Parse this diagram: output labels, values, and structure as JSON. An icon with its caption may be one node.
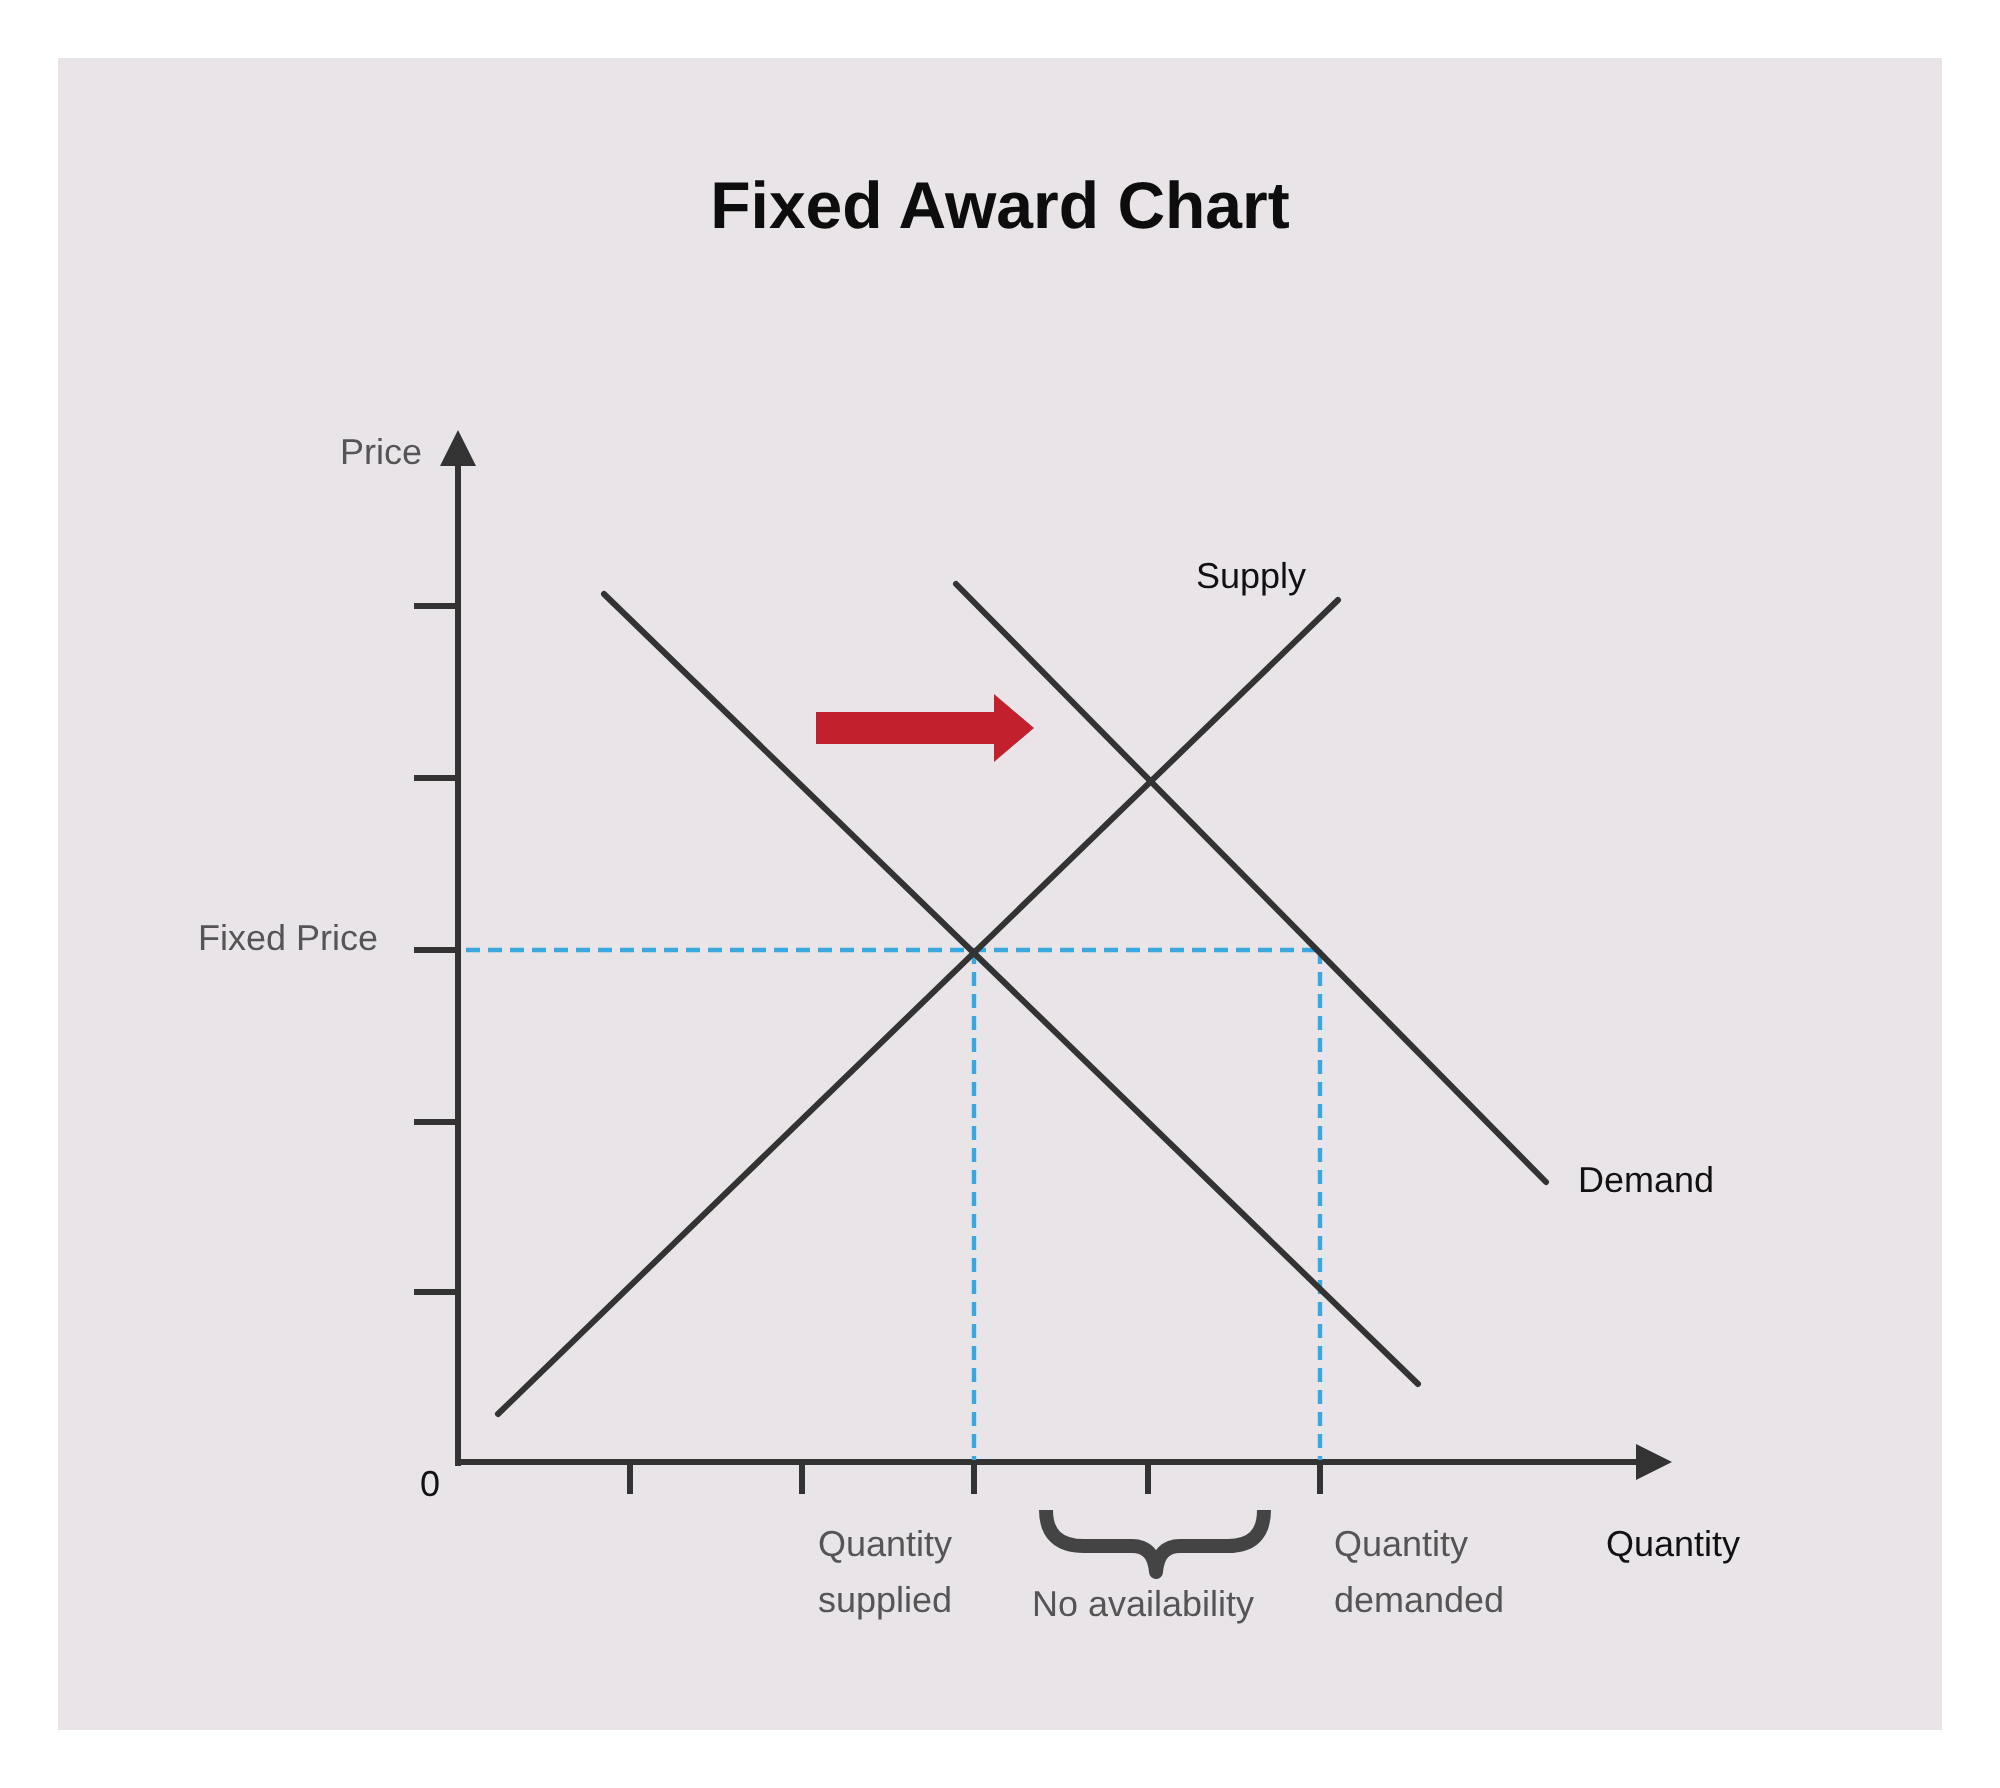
{
  "diagram": {
    "title": "Fixed Award Chart",
    "labels": [
      "Price",
      "Supply",
      "Fixed Price",
      "Demand",
      "0",
      "Quantity supplied",
      "No availability",
      "Quantity demanded",
      "Quantity"
    ]
  }
}
